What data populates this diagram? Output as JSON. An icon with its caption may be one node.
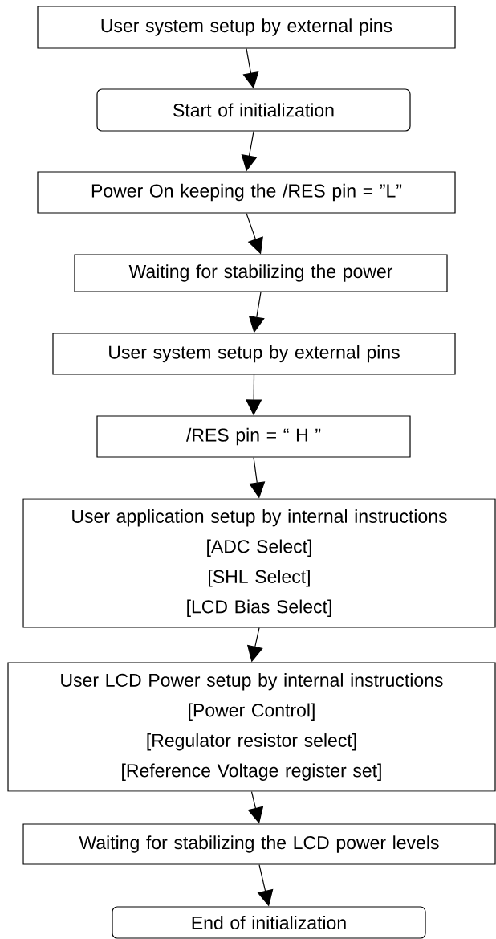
{
  "diagram": {
    "nodes": [
      {
        "text": [
          "User system setup by external pins"
        ]
      },
      {
        "text": [
          "Start of initialization"
        ]
      },
      {
        "text": [
          "Power On keeping the /RES pin = ”L”"
        ]
      },
      {
        "text": [
          "Waiting for stabilizing the power"
        ]
      },
      {
        "text": [
          "User system setup by external pins"
        ]
      },
      {
        "text": [
          "/RES pin = “ H ”"
        ]
      },
      {
        "text": [
          "User application setup by internal instructions",
          "[ADC Select]",
          "[SHL Select]",
          "[LCD Bias Select]"
        ]
      },
      {
        "text": [
          "User LCD Power setup by internal instructions",
          "[Power Control]",
          "[Regulator resistor select]",
          "[Reference Voltage register set]"
        ]
      },
      {
        "text": [
          "Waiting for stabilizing the LCD power levels"
        ]
      },
      {
        "text": [
          "End of initialization"
        ]
      }
    ],
    "edges": [
      {
        "from": 0,
        "to": 1,
        "arrow": "to"
      },
      {
        "from": 1,
        "to": 2,
        "arrow": "to"
      },
      {
        "from": 2,
        "to": 3,
        "arrow": "to"
      },
      {
        "from": 3,
        "to": 4,
        "arrow": "to"
      },
      {
        "from": 4,
        "to": 5,
        "arrow": "to"
      },
      {
        "from": 5,
        "to": 6,
        "arrow": "to"
      },
      {
        "from": 6,
        "to": 7,
        "arrow": "to"
      },
      {
        "from": 7,
        "to": 8,
        "arrow": "to"
      },
      {
        "from": 8,
        "to": 9,
        "arrow": "to"
      }
    ]
  }
}
